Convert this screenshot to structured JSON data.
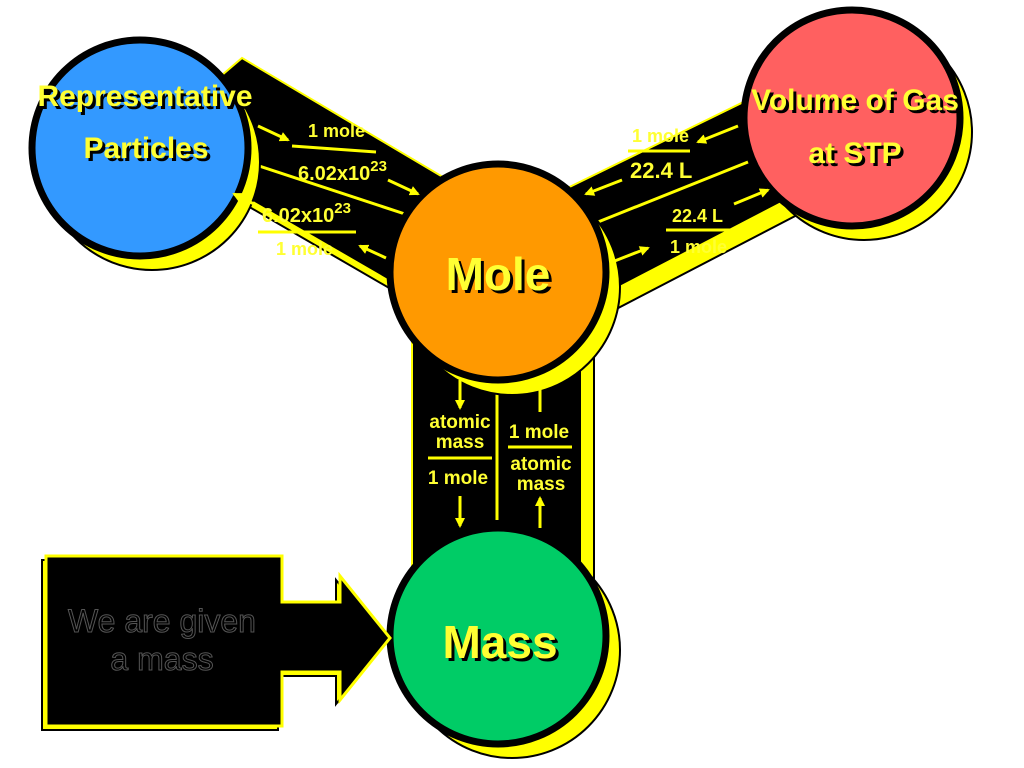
{
  "nodes": {
    "particles": {
      "line1": "Representative",
      "line2": "Particles",
      "color": "#3399ff"
    },
    "gas": {
      "line1": "Volume of Gas",
      "line2": "at STP",
      "color": "#ff6060"
    },
    "mole": {
      "label": "Mole",
      "color": "#ff9900"
    },
    "mass": {
      "label": "Mass",
      "color": "#00cc66"
    }
  },
  "conversions": {
    "particles_to_mole": {
      "numerator": "1 mole",
      "denominator_base": "6.02x10",
      "denominator_exp": "23"
    },
    "mole_to_particles": {
      "numerator_base": "6.02x10",
      "numerator_exp": "23",
      "denominator": "1 mole"
    },
    "gas_to_mole": {
      "numerator": "1 mole",
      "denominator": "22.4 L"
    },
    "mole_to_gas": {
      "numerator": "22.4 L",
      "denominator": "1 mole"
    },
    "mole_to_mass": {
      "numerator_line1": "atomic",
      "numerator_line2": "mass",
      "denominator": "1 mole"
    },
    "mass_to_mole": {
      "numerator": "1 mole",
      "denominator_line1": "atomic",
      "denominator_line2": "mass"
    }
  },
  "callout": {
    "line1": "We are given",
    "line2": "a mass"
  },
  "colors": {
    "band": "#000000",
    "band_outline": "#ffff00",
    "text_accent": "#ffff33"
  }
}
